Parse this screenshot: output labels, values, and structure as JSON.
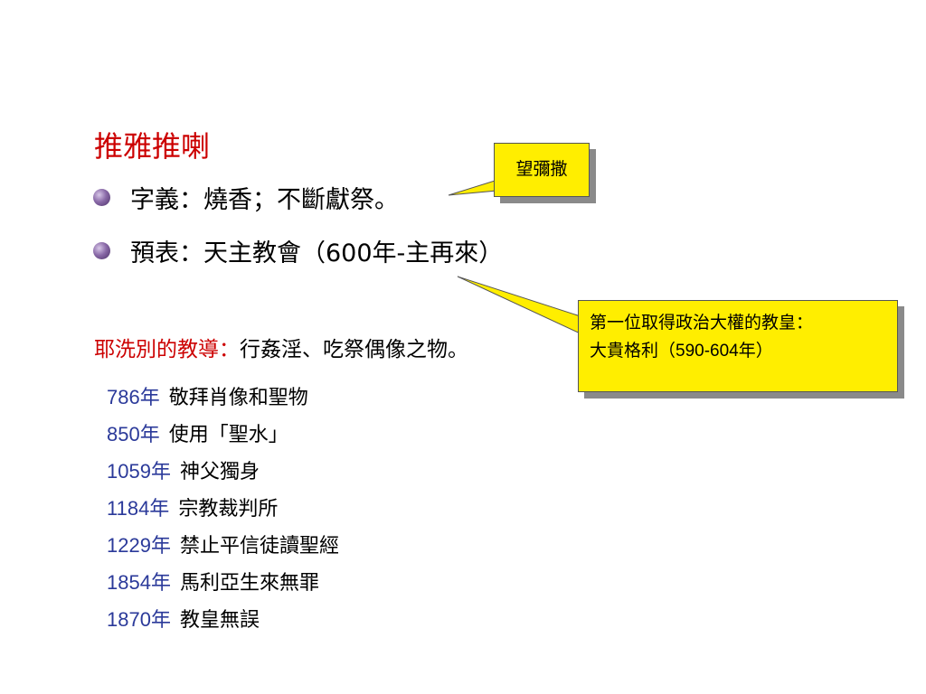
{
  "slide": {
    "title": "推雅推喇",
    "bullets": [
      {
        "text": "字義：燒香；不斷獻祭。"
      },
      {
        "text": "預表：天主教會（600年-主再來）"
      }
    ],
    "teaching": {
      "label": "耶洗別的教導：",
      "text": "行姦淫、吃祭偶像之物。"
    },
    "timeline": [
      {
        "year": "786年",
        "event": "敬拜肖像和聖物"
      },
      {
        "year": "850年",
        "event": "使用「聖水」"
      },
      {
        "year": "1059年",
        "event": "神父獨身"
      },
      {
        "year": "1184年",
        "event": "宗教裁判所"
      },
      {
        "year": "1229年",
        "event": "禁止平信徒讀聖經"
      },
      {
        "year": "1854年",
        "event": "馬利亞生來無罪"
      },
      {
        "year": "1870年",
        "event": "教皇無誤"
      }
    ],
    "callouts": {
      "first": "望彌撒",
      "second_line1": "第一位取得政治大權的教皇：",
      "second_line2": "大貴格利（590-604年）"
    },
    "colors": {
      "title": "#cc0000",
      "year": "#2b3a9a",
      "callout_fill": "#ffee00"
    }
  }
}
